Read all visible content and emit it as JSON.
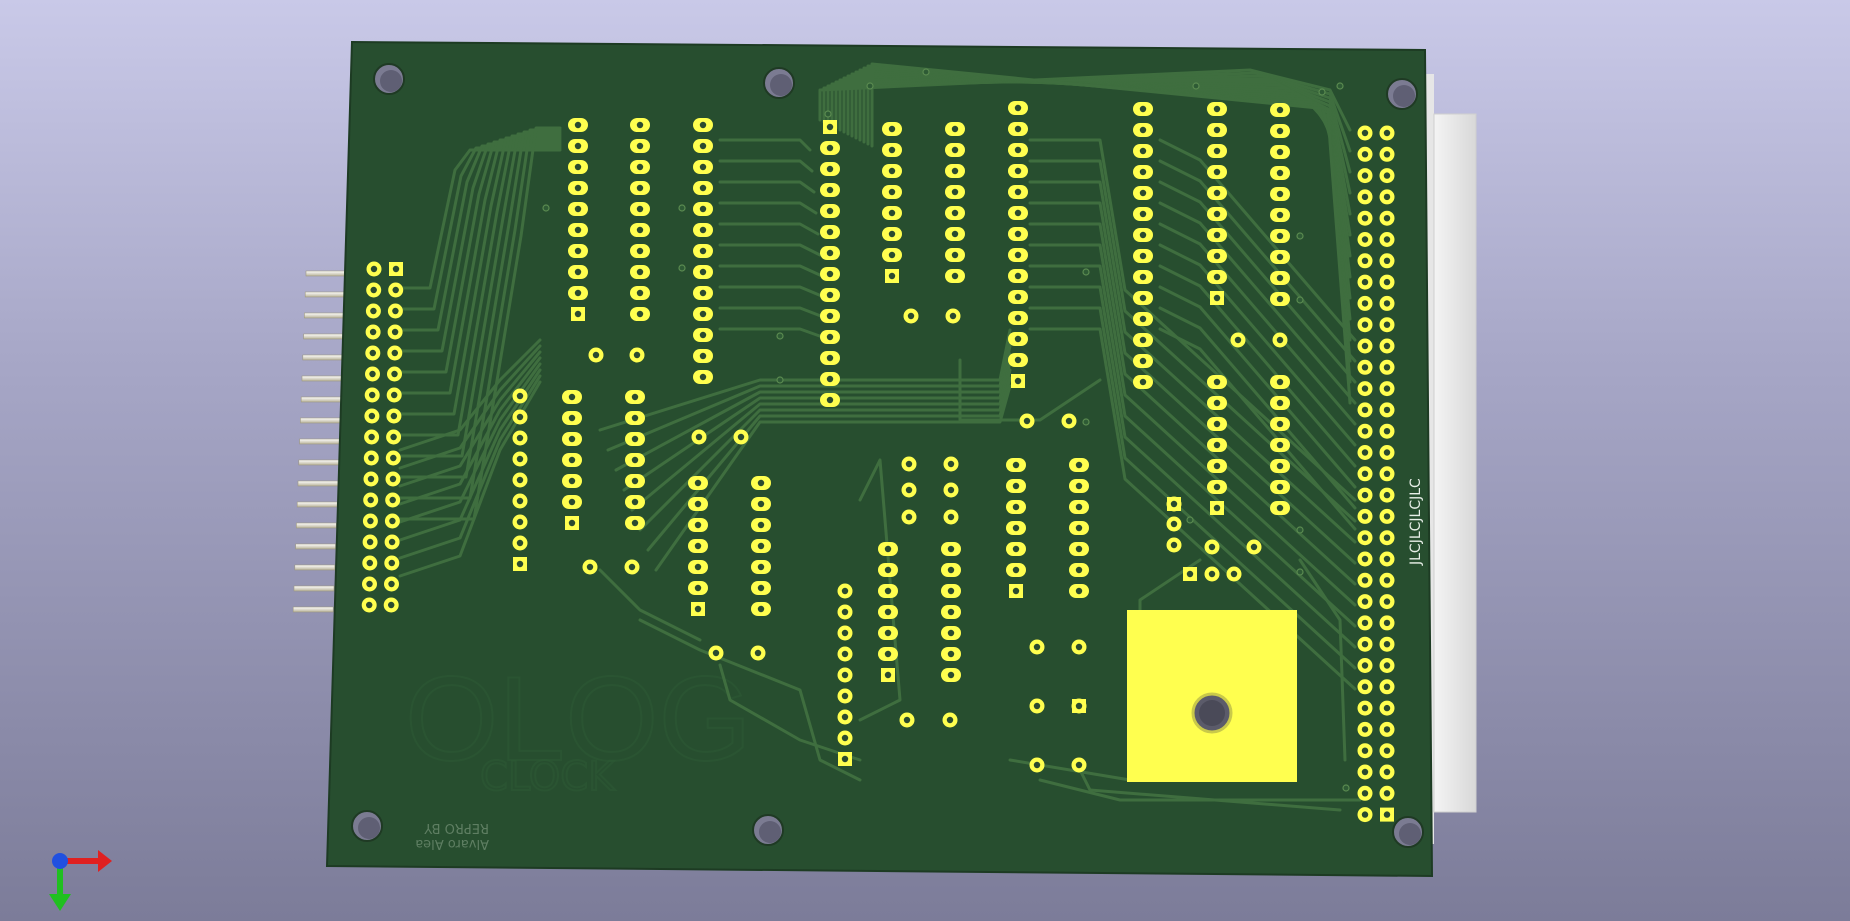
{
  "view": {
    "title": "",
    "background_top": "#c9c9e8",
    "background_bottom": "#7c7c99"
  },
  "board": {
    "solder_mask_color": "#274e2f",
    "trace_color": "#3f6e3f",
    "pad_color": "#ffff4f",
    "side_label": "JLCJLCJLCJLC",
    "credit_line_1": "Alvaro Alea",
    "credit_line_2": "REPRO BY"
  },
  "axes_gizmo": {
    "x_color": "#e02020",
    "y_color": "#20c020",
    "z_color": "#2050e0",
    "icon": "axes-gizmo-icon"
  }
}
